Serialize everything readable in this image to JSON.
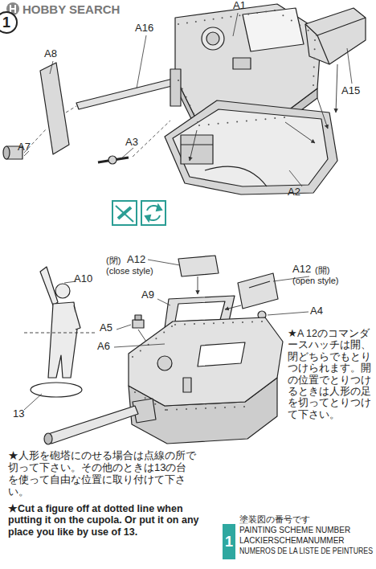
{
  "diagram": {
    "nodes": [
      {
        "text": [
          "1"
        ]
      },
      {
        "text": [
          "1"
        ]
      }
    ],
    "labels": [
      "HOBBY SEARCH",
      "A1",
      "A16",
      "A8",
      "A15",
      "A7",
      "A3",
      "A2",
      "(閉)",
      "A12",
      "(close style)",
      "A12",
      "(開)",
      "(open style)",
      "A10",
      "A9",
      "A4",
      "A5",
      "A6",
      "★A 12のコマンダースハッチは開、閉どちらでもとりつけられます。開の位置でとりつけるときは人形の足を切ってとりつけて下さい。",
      "13",
      "★人形を砲塔にのせる場合は点線の所で切って下さい。その他のときは13の台を使って自由な位置に取り付けて下さい。",
      "★Cut a figure off at dotted line when putting it on the cupola. Or put it on any place you like by use of 13.",
      "塗装図の番号です",
      "PAINTING SCHEME NUMBER",
      "LACKIERSCHEMANUMMER",
      "NUMEROS DE LA LISTE DE PEINTURES"
    ]
  }
}
